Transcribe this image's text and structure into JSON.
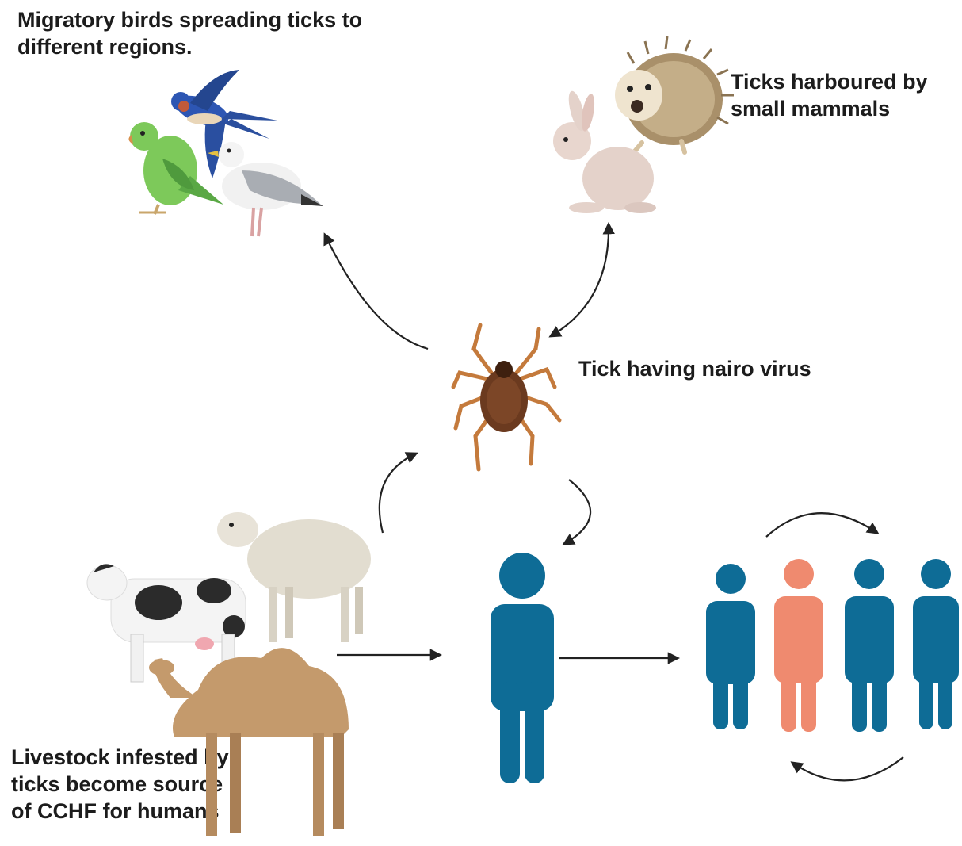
{
  "labels": {
    "birds": "Migratory birds spreading ticks to\ndifferent regions.",
    "mammals": "Ticks harboured by\nsmall mammals",
    "tick": "Tick having nairo virus",
    "livestock": "Livestock infested by\nticks become source\nof CCHF for humans"
  },
  "nodes": [
    {
      "id": "birds",
      "icons": [
        "parrot-icon",
        "swallow-icon",
        "gull-icon"
      ]
    },
    {
      "id": "mammals",
      "icons": [
        "hedgehog-icon",
        "rabbit-icon"
      ]
    },
    {
      "id": "tick",
      "icons": [
        "tick-icon"
      ]
    },
    {
      "id": "livestock",
      "icons": [
        "cow-icon",
        "sheep-icon",
        "camel-icon"
      ]
    },
    {
      "id": "human",
      "icons": [
        "human-icon"
      ]
    },
    {
      "id": "group",
      "icons": [
        "human-icon",
        "infected-human-icon",
        "human-icon",
        "human-icon"
      ]
    }
  ],
  "edges": [
    {
      "from": "tick",
      "to": "birds",
      "direction": "one-way"
    },
    {
      "from": "tick",
      "to": "mammals",
      "direction": "two-way"
    },
    {
      "from": "livestock",
      "to": "tick",
      "direction": "one-way"
    },
    {
      "from": "tick",
      "to": "human",
      "direction": "one-way"
    },
    {
      "from": "livestock",
      "to": "human",
      "direction": "one-way"
    },
    {
      "from": "human",
      "to": "group",
      "direction": "one-way"
    },
    {
      "from": "group",
      "to": "group",
      "direction": "cycle"
    }
  ],
  "colors": {
    "human": "#0e6c96",
    "infected_human": "#ef8a6f",
    "arrow": "#222222",
    "tick_body": "#6b3a1f",
    "tick_legs": "#c47a3c"
  }
}
